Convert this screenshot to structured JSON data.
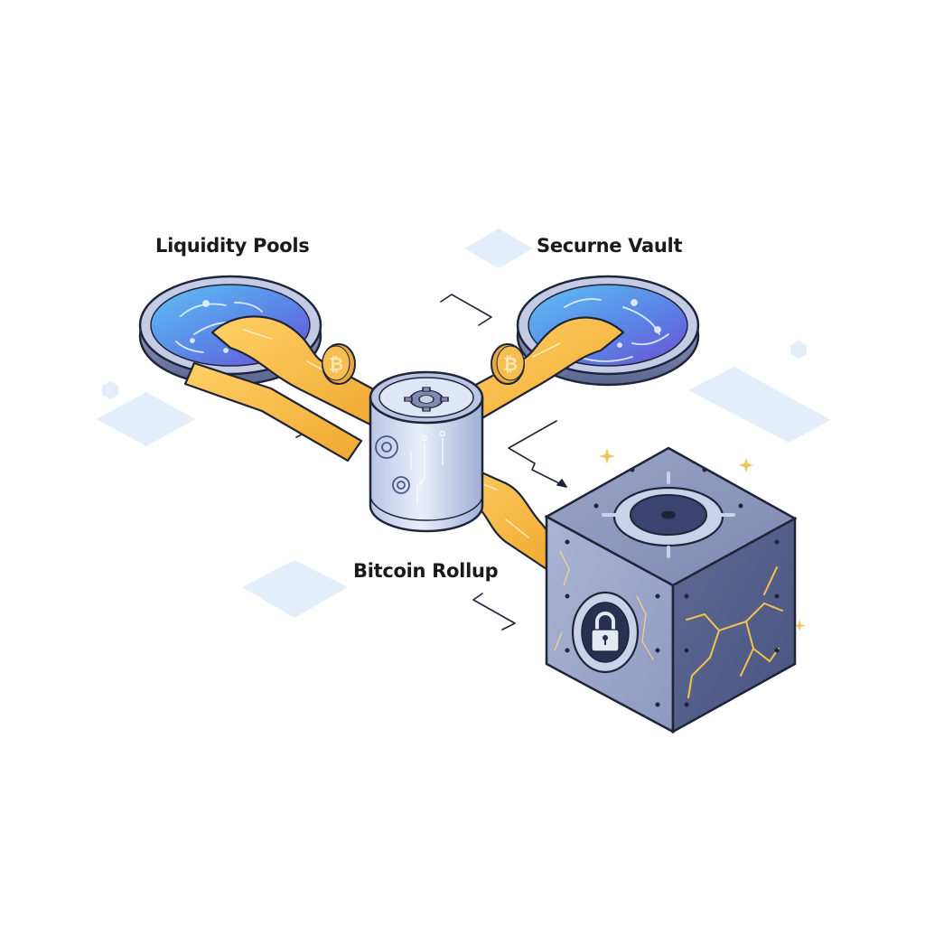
{
  "diagram": {
    "type": "isometric-architecture-illustration",
    "labels": {
      "liquidity_pools": "Liquidity Pools",
      "secure_vault": "Securne Vault",
      "bitcoin_rollup": "Bitcoin Rollup"
    },
    "nodes": [
      {
        "id": "pool-left",
        "kind": "liquidity-pool",
        "label_ref": "labels.liquidity_pools"
      },
      {
        "id": "pool-right",
        "kind": "liquidity-pool",
        "label_ref": "labels.secure_vault"
      },
      {
        "id": "rollup-cylinder",
        "kind": "rollup-processor",
        "icons": [
          "gear-icon",
          "circuit-traces"
        ]
      },
      {
        "id": "vault-cube",
        "kind": "secure-vault",
        "icons": [
          "padlock-icon",
          "hatch-ring"
        ]
      }
    ],
    "coins": [
      {
        "id": "coin-left",
        "symbol": "₿"
      },
      {
        "id": "coin-right",
        "symbol": "₿"
      }
    ],
    "colors": {
      "background": "#ffffff",
      "outline": "#1f2438",
      "gold_stream": "#f4b73f",
      "gold_highlight": "#ffd977",
      "pool_blue": "#5aa7ef",
      "pool_purple": "#6b55d6",
      "metal_light": "#c9d4ea",
      "metal_mid": "#8d9ac0",
      "metal_dark": "#4c5784",
      "crack_gold": "#f3c34a",
      "decor_diamond": "#e2effb"
    }
  }
}
